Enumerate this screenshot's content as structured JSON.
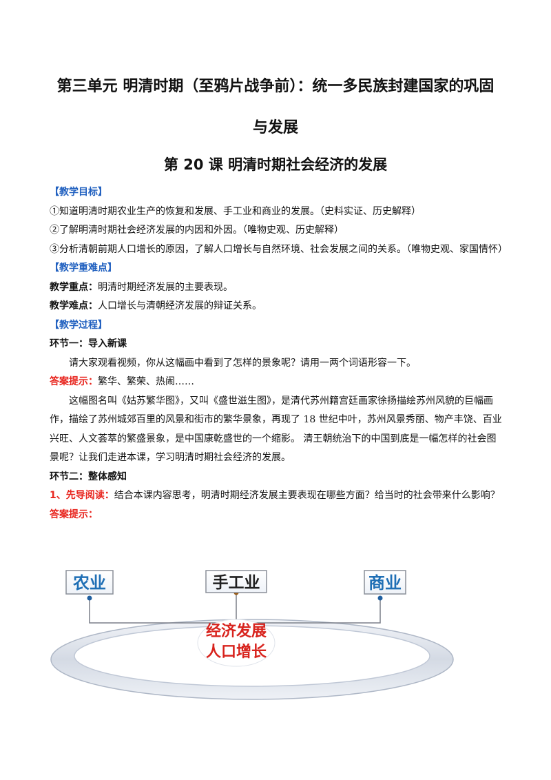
{
  "title": {
    "line1": "第三单元 明清时期（至鸦片战争前）：统一多民族封建国家的巩固",
    "line2": "与发展",
    "lesson": "第 20 课    明清时期社会经济的发展"
  },
  "objectives": {
    "heading": "【教学目标】",
    "items": [
      "①知道明清时期农业生产的恢复和发展、手工业和商业的发展。（史料实证、历史解释）",
      "②了解明清时期社会经济发展的内因和外因。（唯物史观、历史解释）",
      "③分析清朝前期人口增长的原因，了解人口增长与自然环境、社会发展之间的关系。（唯物史观、家国情怀）"
    ]
  },
  "key_points": {
    "heading": "【教学重难点】",
    "focus_label": "教学重点：",
    "focus_text": "明清时期经济发展的主要表现。",
    "difficulty_label": "教学难点：",
    "difficulty_text": "人口增长与清朝经济发展的辩证关系。"
  },
  "process": {
    "heading": "【教学过程】",
    "step1_title": "环节一：导入新课",
    "step1_question": "请大家观看视频，你从这幅画中看到了怎样的景象呢？请用一两个词语形容一下。",
    "answer_label": "答案提示：",
    "step1_answer": "繁华、繁荣、热闹……",
    "step1_paragraph": "这幅图名叫《姑苏繁华图》，又叫《盛世滋生图》，是清代苏州籍宫廷画家徐扬描绘苏州风貌的巨幅画作，描绘了苏州城郊百里的风景和街市的繁华景象，再现了 18 世纪中叶，苏州风景秀丽、物产丰饶、百业兴旺、人文荟萃的繁盛景象，是中国康乾盛世的一个缩影。 清王朝统治下的中国到底是一幅怎样的社会图景呢？让我们走进本课，学习明清时期社会经济的发展。",
    "step2_title": "环节二：整体感知",
    "step2_item_label": "1、先导阅读：",
    "step2_item_text": "结合本课内容思考，明清时期经济发展主要表现在哪些方面？给当时的社会带来什么影响？",
    "step2_answer_label": "答案提示："
  },
  "diagram": {
    "box1": "农业",
    "box2": "手工业",
    "box3": "商业",
    "center_line1": "经济发展",
    "center_line2": "人口增长",
    "colors": {
      "box_text": "#1f6fb5",
      "center_text": "#d8231d",
      "ring": "#c4ccd8"
    }
  }
}
